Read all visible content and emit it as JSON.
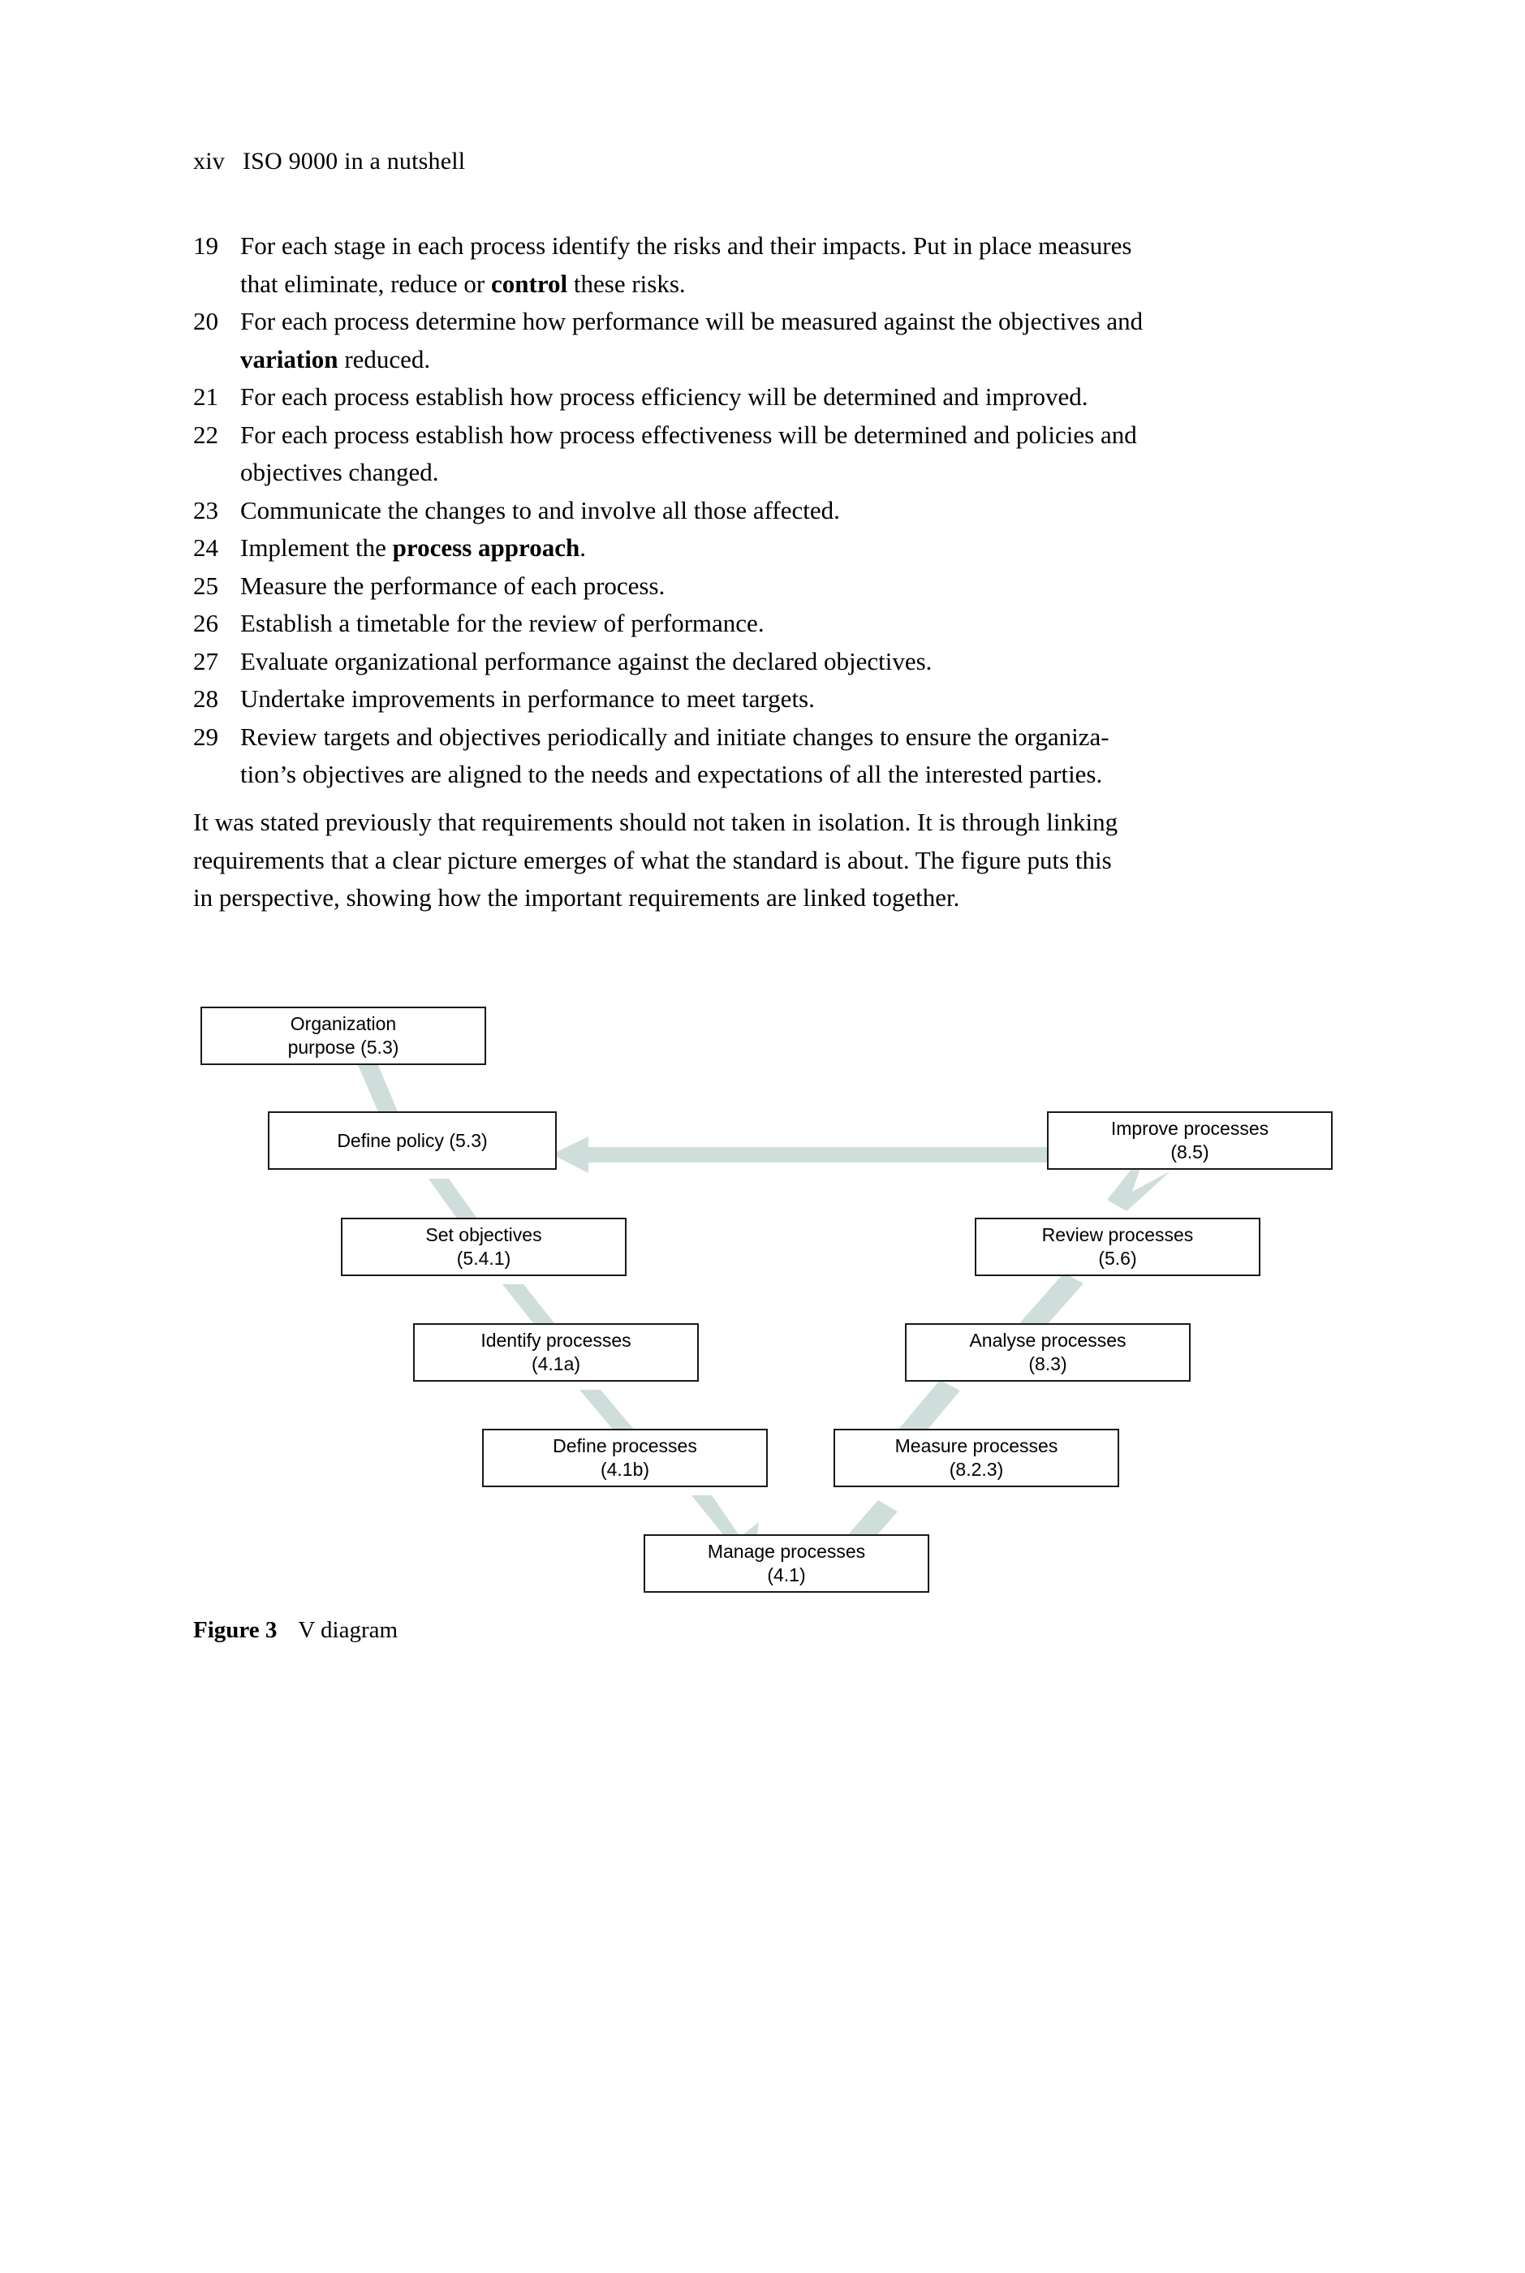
{
  "page": {
    "folio": "xiv",
    "running_title": "ISO 9000 in a nutshell"
  },
  "list": {
    "items": [
      {
        "num": "19",
        "lines": [
          {
            "segments": [
              {
                "text": "For each stage in each process identify the risks and their impacts. Put in place measures",
                "bold": false
              }
            ]
          },
          {
            "segments": [
              {
                "text": "that eliminate, reduce or ",
                "bold": false
              },
              {
                "text": "control",
                "bold": true
              },
              {
                "text": " these risks.",
                "bold": false
              }
            ]
          }
        ]
      },
      {
        "num": "20",
        "lines": [
          {
            "segments": [
              {
                "text": "For each process determine how performance will be measured against the objectives and",
                "bold": false
              }
            ]
          },
          {
            "segments": [
              {
                "text": "variation",
                "bold": true
              },
              {
                "text": " reduced.",
                "bold": false
              }
            ]
          }
        ]
      },
      {
        "num": "21",
        "lines": [
          {
            "segments": [
              {
                "text": "For each process establish how process efficiency will be determined and improved.",
                "bold": false
              }
            ]
          }
        ]
      },
      {
        "num": "22",
        "lines": [
          {
            "segments": [
              {
                "text": "For each process establish how process effectiveness will be determined and policies and",
                "bold": false
              }
            ]
          },
          {
            "segments": [
              {
                "text": "objectives changed.",
                "bold": false
              }
            ]
          }
        ]
      },
      {
        "num": "23",
        "lines": [
          {
            "segments": [
              {
                "text": "Communicate the changes to and involve all those affected.",
                "bold": false
              }
            ]
          }
        ]
      },
      {
        "num": "24",
        "lines": [
          {
            "segments": [
              {
                "text": "Implement the ",
                "bold": false
              },
              {
                "text": "process approach",
                "bold": true
              },
              {
                "text": ".",
                "bold": false
              }
            ]
          }
        ]
      },
      {
        "num": "25",
        "lines": [
          {
            "segments": [
              {
                "text": "Measure the performance of each process.",
                "bold": false
              }
            ]
          }
        ]
      },
      {
        "num": "26",
        "lines": [
          {
            "segments": [
              {
                "text": "Establish a timetable for the review of performance.",
                "bold": false
              }
            ]
          }
        ]
      },
      {
        "num": "27",
        "lines": [
          {
            "segments": [
              {
                "text": "Evaluate organizational performance against the declared objectives.",
                "bold": false
              }
            ]
          }
        ]
      },
      {
        "num": "28",
        "lines": [
          {
            "segments": [
              {
                "text": "Undertake improvements in performance to meet targets.",
                "bold": false
              }
            ]
          }
        ]
      },
      {
        "num": "29",
        "lines": [
          {
            "segments": [
              {
                "text": "Review targets and objectives periodically and initiate changes to ensure the organiza-",
                "bold": false
              }
            ]
          },
          {
            "segments": [
              {
                "text": "tion’s objectives are aligned to the needs and expectations of all the interested parties.",
                "bold": false
              }
            ]
          }
        ]
      }
    ]
  },
  "paragraph": {
    "line1": "It was stated previously that requirements should not taken in isolation. It is through linking",
    "line2": "requirements that a clear picture emerges of what the standard is about. The figure puts this",
    "line3": "in perspective, showing how the important requirements are linked together."
  },
  "figure": {
    "caption_label": "Figure 3",
    "caption_text": "V diagram",
    "arrow_color": "#cfdedb",
    "box_border_color": "#1a1a1a",
    "boxes": [
      {
        "id": "organization-purpose",
        "line1": "Organization",
        "line2": "purpose (5.3)"
      },
      {
        "id": "define-policy",
        "line1": "Define policy (5.3)",
        "line2": ""
      },
      {
        "id": "set-objectives",
        "line1": "Set objectives",
        "line2": "(5.4.1)"
      },
      {
        "id": "identify-processes",
        "line1": "Identify processes",
        "line2": "(4.1a)"
      },
      {
        "id": "define-processes",
        "line1": "Define processes",
        "line2": "(4.1b)"
      },
      {
        "id": "manage-processes",
        "line1": "Manage processes",
        "line2": "(4.1)"
      },
      {
        "id": "measure-processes",
        "line1": "Measure processes",
        "line2": "(8.2.3)"
      },
      {
        "id": "analyse-processes",
        "line1": "Analyse processes",
        "line2": "(8.3)"
      },
      {
        "id": "review-processes",
        "line1": "Review processes",
        "line2": "(5.6)"
      },
      {
        "id": "improve-processes",
        "line1": "Improve processes",
        "line2": "(8.5)"
      }
    ]
  }
}
